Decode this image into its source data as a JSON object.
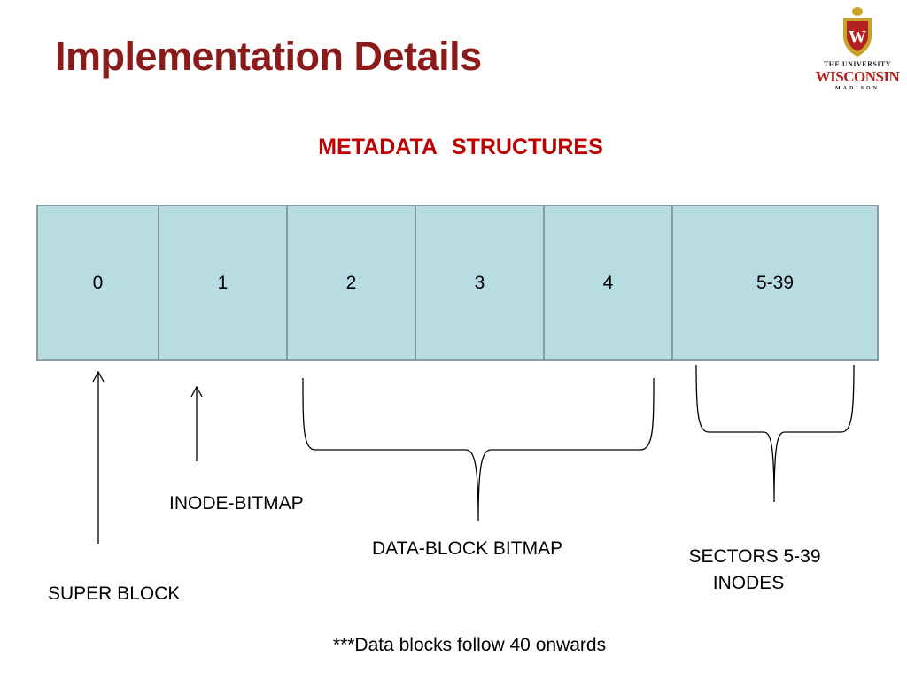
{
  "title": "Implementation Details",
  "subtitle": "METADATA   STRUCTURES",
  "logo": {
    "line1": "THE UNIVERSITY",
    "line2": "WISCONSIN",
    "line3": "MADISON",
    "crest_letter": "W"
  },
  "sectors": [
    "0",
    "1",
    "2",
    "3",
    "4",
    "5-39"
  ],
  "labels": {
    "super_block": "SUPER BLOCK",
    "inode_bitmap": "INODE-BITMAP",
    "data_block_bitmap": "DATA-BLOCK BITMAP",
    "sectors_line1": "SECTORS 5-39",
    "sectors_line2": "INODES"
  },
  "footnote": "***Data blocks follow 40 onwards",
  "colors": {
    "title": "#8b1a1a",
    "subtitle": "#c00000",
    "cell_fill": "#b7dde2",
    "cell_border": "#8a9ba4"
  }
}
